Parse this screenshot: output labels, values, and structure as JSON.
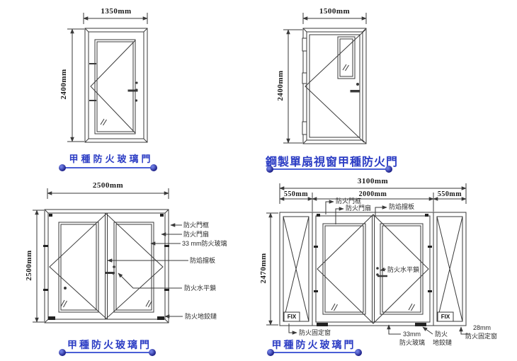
{
  "diagrams": {
    "door1": {
      "width": "1350mm",
      "height": "2400mm",
      "caption": "甲種防火玻璃門"
    },
    "door2": {
      "width": "1500mm",
      "height": "2400mm",
      "caption": "鋼製單扇視窗甲種防火門"
    },
    "door3": {
      "width": "2500mm",
      "height": "2500mm",
      "caption": "甲種防火玻璃門",
      "parts": {
        "frame": "防火門框",
        "leaf": "防火門扇",
        "glass": "33 mm防火玻璃",
        "baffle": "防焰擋板",
        "lock": "防火水平鎖",
        "floor_hinge": "防火地鉸鏈"
      }
    },
    "door4": {
      "total_width": "3100mm",
      "left_width": "550mm",
      "center_width": "2000mm",
      "right_width": "550mm",
      "height": "2470mm",
      "caption": "甲種防火玻璃門",
      "parts": {
        "frame": "防火門框",
        "leaf": "防火門扇",
        "baffle": "防焰擋板",
        "lock": "防火水平鎖",
        "fix_left": "FIX",
        "fix_right": "FIX",
        "fixed_window_left": "防火固定窗",
        "glass_thickness": "33mm",
        "glass_name": "防火玻璃",
        "floor_hinge_line1": "防火",
        "floor_hinge_line2": "地鉸鏈",
        "right_window_thickness": "28mm",
        "right_window_name": "防火固定窗"
      }
    }
  },
  "colors": {
    "line": "#3a3a3a",
    "caption_text": "#2b3cc4",
    "caption_line": "#4a5fd6",
    "caption_dot": "#14167e"
  }
}
